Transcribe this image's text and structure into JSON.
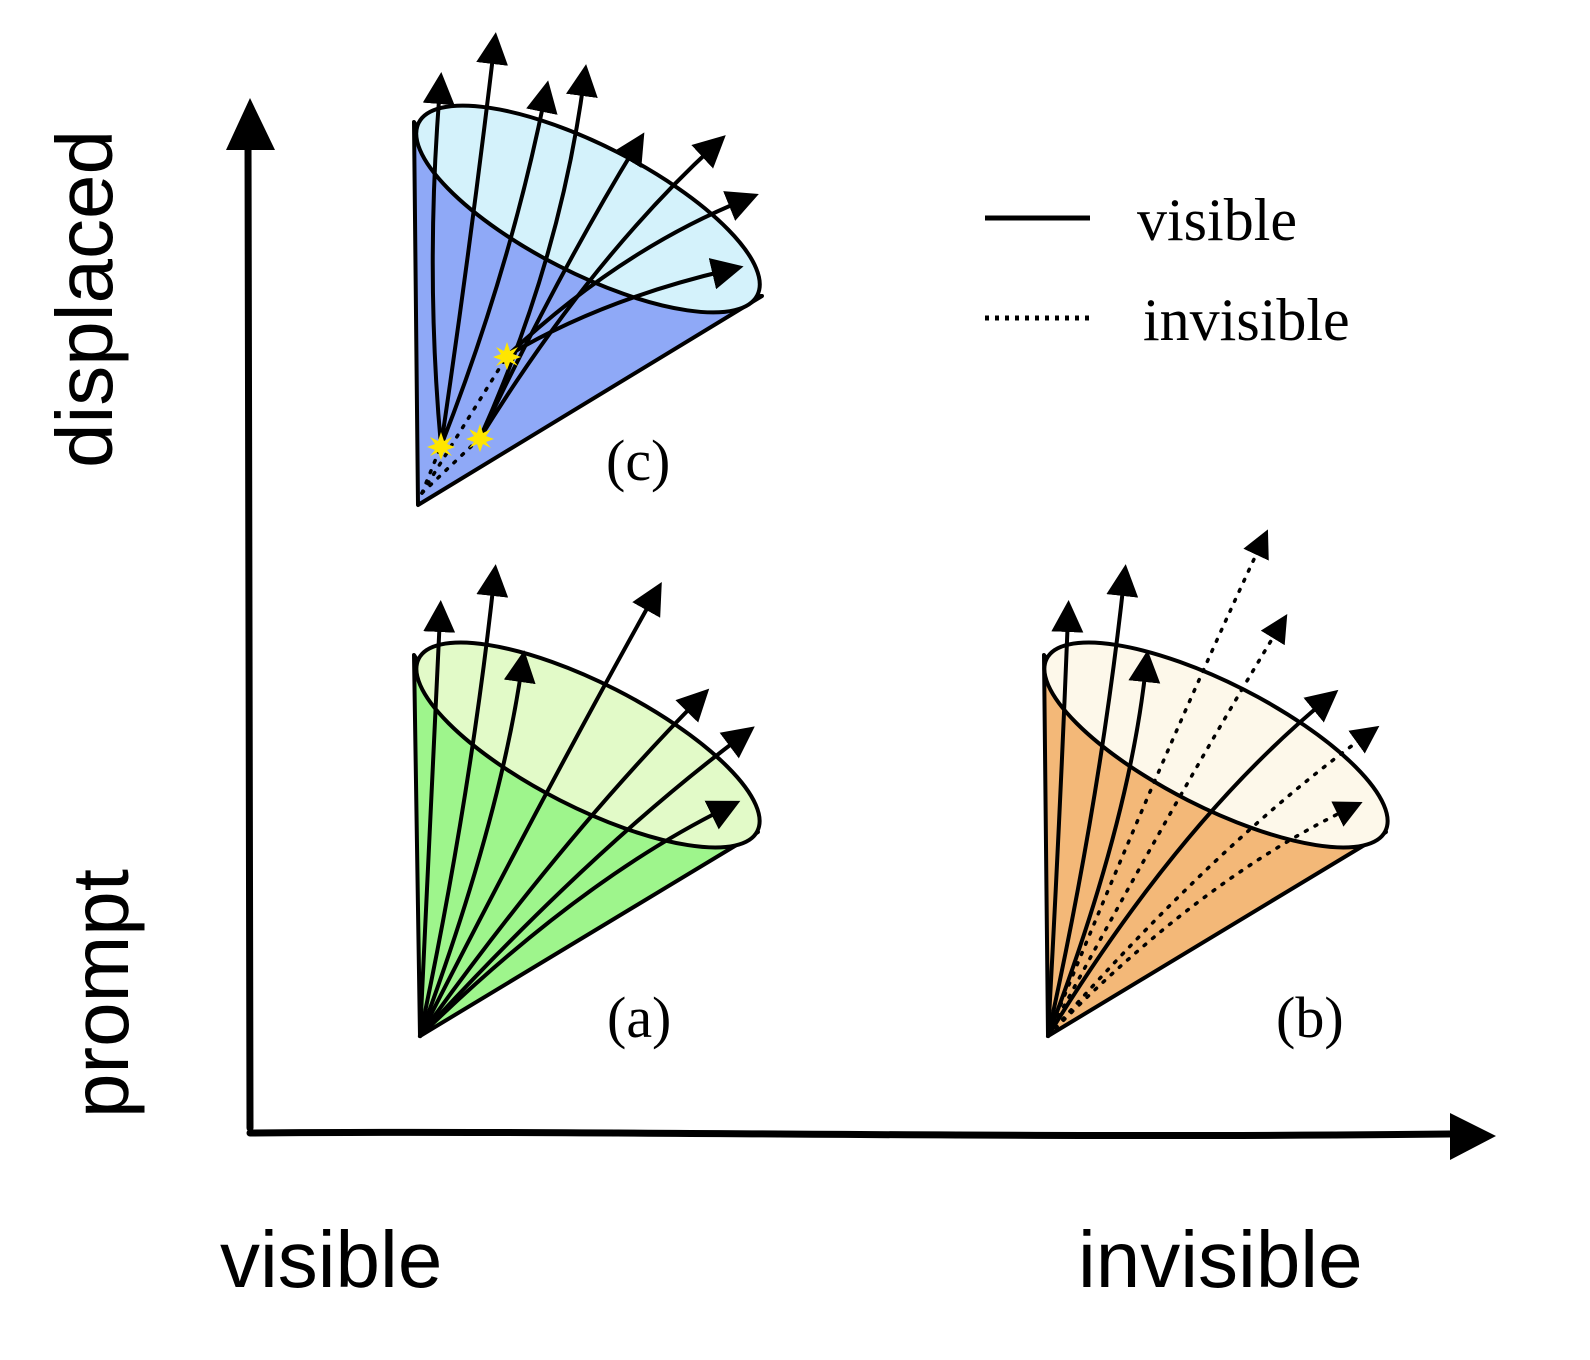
{
  "axes": {
    "x_left_label": "visible",
    "x_right_label": "invisible",
    "y_bottom_label": "prompt",
    "y_top_label": "displaced"
  },
  "legend": {
    "solid_label": "visible",
    "dotted_label": "invisible"
  },
  "panels": {
    "a": {
      "label": "(a)",
      "color_body": "#9ef58c",
      "color_top": "#e2fac8"
    },
    "b": {
      "label": "(b)",
      "color_body": "#f3b878",
      "color_top": "#fdf8ea"
    },
    "c": {
      "label": "(c)",
      "color_body": "#8fa9f7",
      "color_top": "#d4f2fb",
      "vertex_marker_color": "#ffe600"
    }
  }
}
